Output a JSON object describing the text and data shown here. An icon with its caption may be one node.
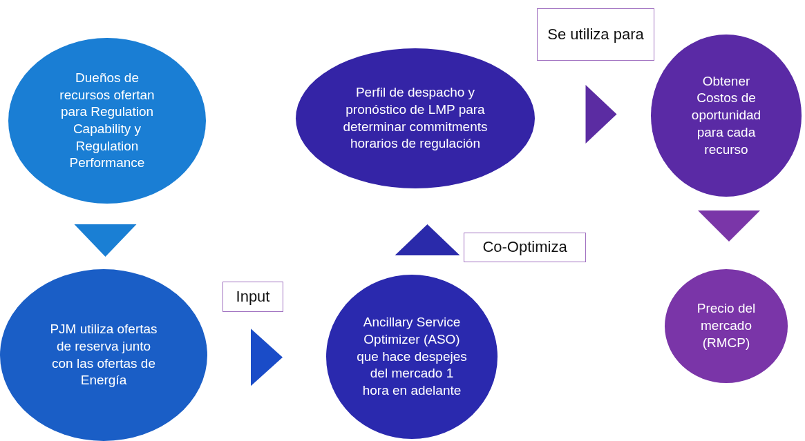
{
  "diagram": {
    "nodes": [
      {
        "text": [
          "Dueños de recursos ofertan para Regulation Capability y Regulation Performance"
        ]
      },
      {
        "text": [
          "Perfil de despacho y pronóstico de LMP para determinar commitments horarios de regulación"
        ]
      },
      {
        "text": [
          "Obtener Costos de oportunidad para cada recurso"
        ]
      },
      {
        "text": [
          "PJM utiliza ofertas de reserva junto con las ofertas de Energía"
        ]
      },
      {
        "text": [
          "Ancillary Service Optimizer (ASO) que hace despejes del mercado 1 hora en adelante"
        ]
      },
      {
        "text": [
          "Precio del mercado (RMCP)"
        ]
      }
    ],
    "edges": [
      {
        "from": 0,
        "to": 3,
        "arrow": "to",
        "color": "#1a7fd4"
      },
      {
        "from": 3,
        "to": 4,
        "arrow": "to",
        "label": "Input",
        "color": "#1a4cc8"
      },
      {
        "from": 4,
        "to": 1,
        "arrow": "to",
        "label": "Co-Optimiza",
        "color": "#2a2aaa"
      },
      {
        "from": 1,
        "to": 2,
        "arrow": "to",
        "label": "Se utiliza para",
        "color": "#5b2ca2"
      },
      {
        "from": 2,
        "to": 5,
        "arrow": "to",
        "color": "#7a36a8"
      }
    ]
  }
}
